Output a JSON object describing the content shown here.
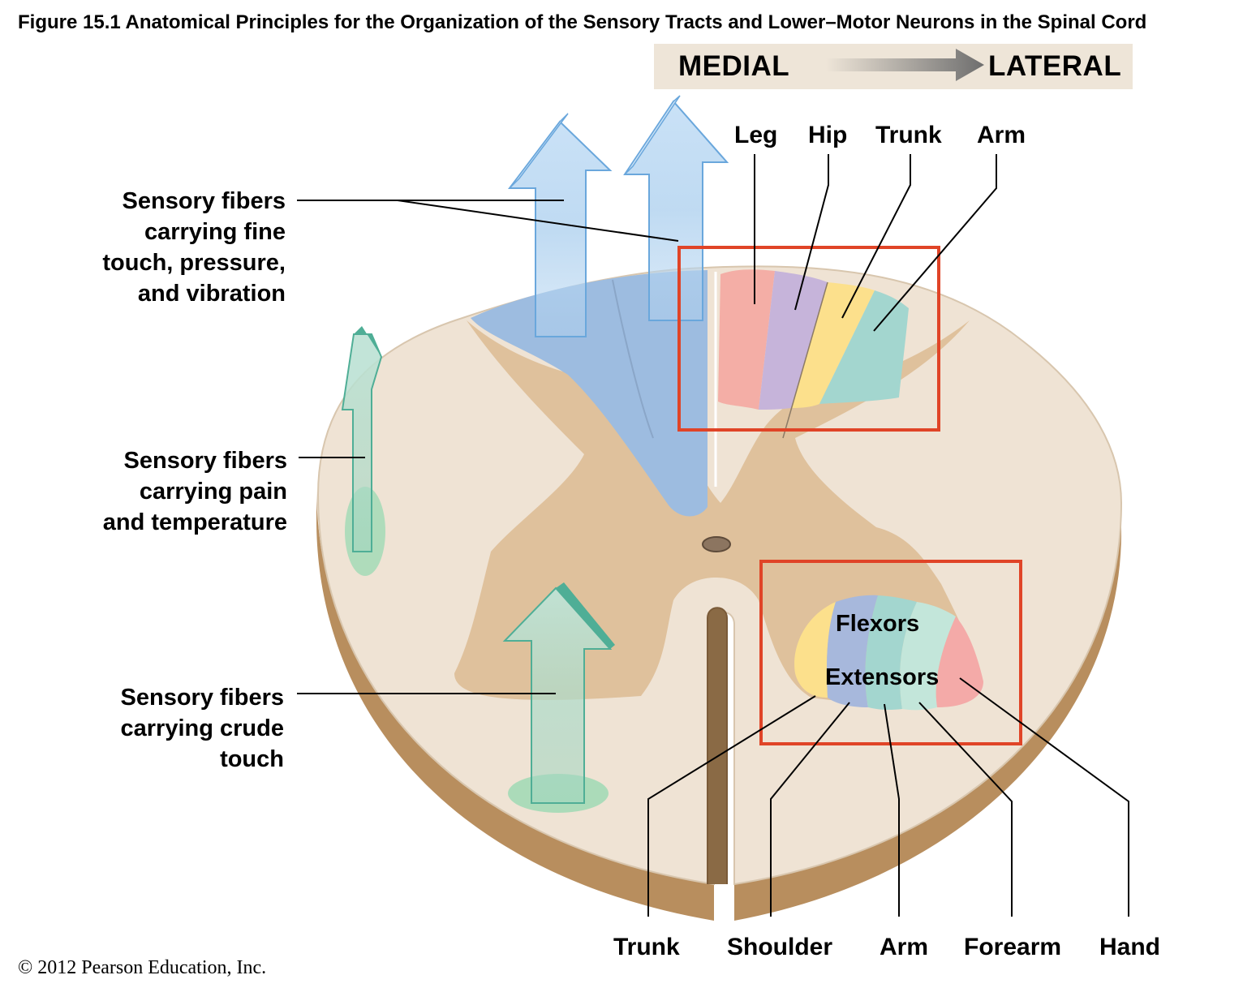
{
  "title": "Figure 15.1  Anatomical Principles for the Organization of the Sensory Tracts and Lower–Motor Neurons in the Spinal Cord",
  "orientation": {
    "left": "MEDIAL",
    "right": "LATERAL"
  },
  "sensory_labels": {
    "fine_touch": [
      "Sensory fibers",
      "carrying fine",
      "touch, pressure,",
      "and vibration"
    ],
    "pain_temperature": [
      "Sensory fibers",
      "carrying pain",
      "and temperature"
    ],
    "crude_touch": [
      "Sensory fibers",
      "carrying crude",
      "touch"
    ]
  },
  "dorsal_regions": [
    "Leg",
    "Hip",
    "Trunk",
    "Arm"
  ],
  "motor_groups": {
    "flexors": "Flexors",
    "extensors": "Extensors"
  },
  "ventral_regions": [
    "Trunk",
    "Shoulder",
    "Arm",
    "Forearm",
    "Hand"
  ],
  "copyright": "© 2012 Pearson Education, Inc.",
  "colors": {
    "white_matter": "#efe3d4",
    "gray_matter": "#dfc19c",
    "side_edge": "#b88e5e",
    "fine_touch_tract": "#9dbce0",
    "highlight_box": "#e04427",
    "leg": "#f4aea6",
    "hip": "#c6b4da",
    "trunk": "#fce08c",
    "arm": "#a3d6cf",
    "shoulder": "#a7b8dc",
    "forearm": "#c3e6da",
    "hand": "#f4aaa8"
  }
}
